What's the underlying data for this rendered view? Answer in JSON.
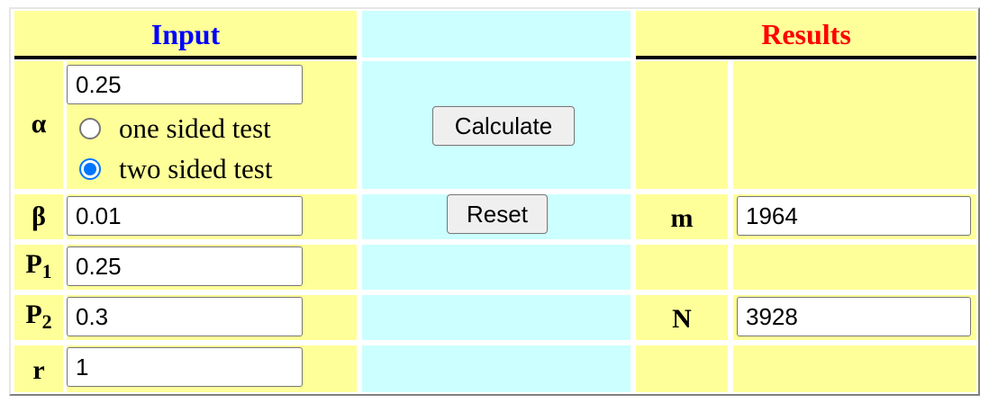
{
  "header": {
    "input_title": "Input",
    "results_title": "Results"
  },
  "inputs": {
    "alpha": {
      "label": "α",
      "value": "0.25"
    },
    "beta": {
      "label": "β",
      "value": "0.01"
    },
    "p1": {
      "label": "P",
      "sub": "1",
      "value": "0.25"
    },
    "p2": {
      "label": "P",
      "sub": "2",
      "value": "0.3"
    },
    "r": {
      "label": "r",
      "value": "1"
    }
  },
  "test_type": {
    "options": [
      {
        "label": "one sided test",
        "checked": false
      },
      {
        "label": "two sided test",
        "checked": true
      }
    ]
  },
  "buttons": {
    "calculate": "Calculate",
    "reset": "Reset"
  },
  "results": {
    "m": {
      "label": "m",
      "value": "1964"
    },
    "n": {
      "label": "N",
      "value": "3928"
    }
  },
  "colors": {
    "input_panel": "#ffff99",
    "button_panel": "#ccffff",
    "input_title": "#0000ff",
    "results_title": "#ff0000",
    "radio_accent": "#0075ff"
  }
}
